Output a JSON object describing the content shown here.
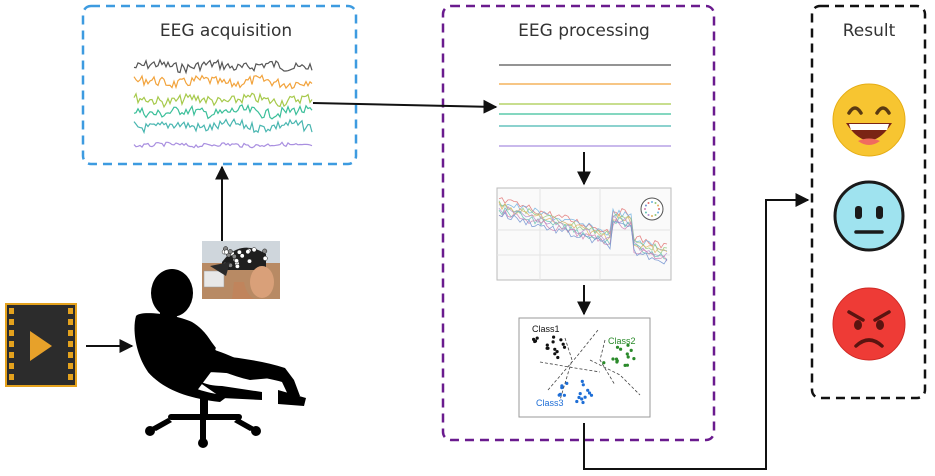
{
  "sections": {
    "acquisition": {
      "title": "EEG acquisition",
      "border_color": "#3d9be0"
    },
    "processing": {
      "title": "EEG processing",
      "border_color": "#6a1b8e"
    },
    "result": {
      "title": "Result",
      "border_color": "#111111"
    }
  },
  "scatter_plot": {
    "class_labels": [
      "Class1",
      "Class2",
      "Class3"
    ],
    "class_colors": [
      "#111111",
      "#2a8a2a",
      "#1e6ed6"
    ]
  },
  "signal_colors": [
    "#555555",
    "#f2a33c",
    "#a6c94a",
    "#3bbf9a",
    "#48b6b0",
    "#a98fe0"
  ],
  "result_faces": [
    {
      "icon": "laughing-face-icon",
      "color": "#f7c531"
    },
    {
      "icon": "neutral-face-icon",
      "color": "#9fe3ef"
    },
    {
      "icon": "angry-face-icon",
      "color": "#ee3b36"
    }
  ],
  "icons": {
    "video": "video-play-icon",
    "person": "seated-person-silhouette",
    "cap": "eeg-cap-photo"
  }
}
